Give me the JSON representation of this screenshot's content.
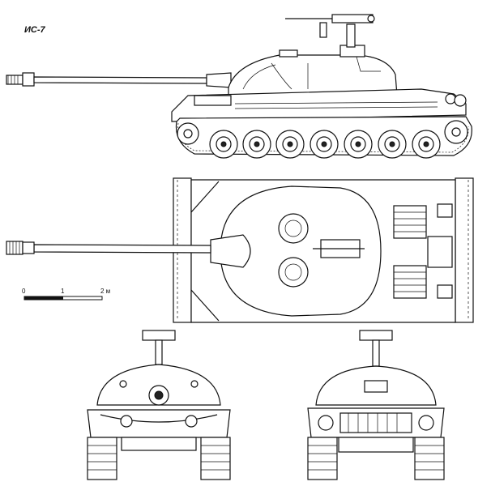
{
  "drawing": {
    "title": "ИС-7",
    "scale": {
      "labels": [
        "0",
        "1",
        "2 м"
      ]
    }
  }
}
